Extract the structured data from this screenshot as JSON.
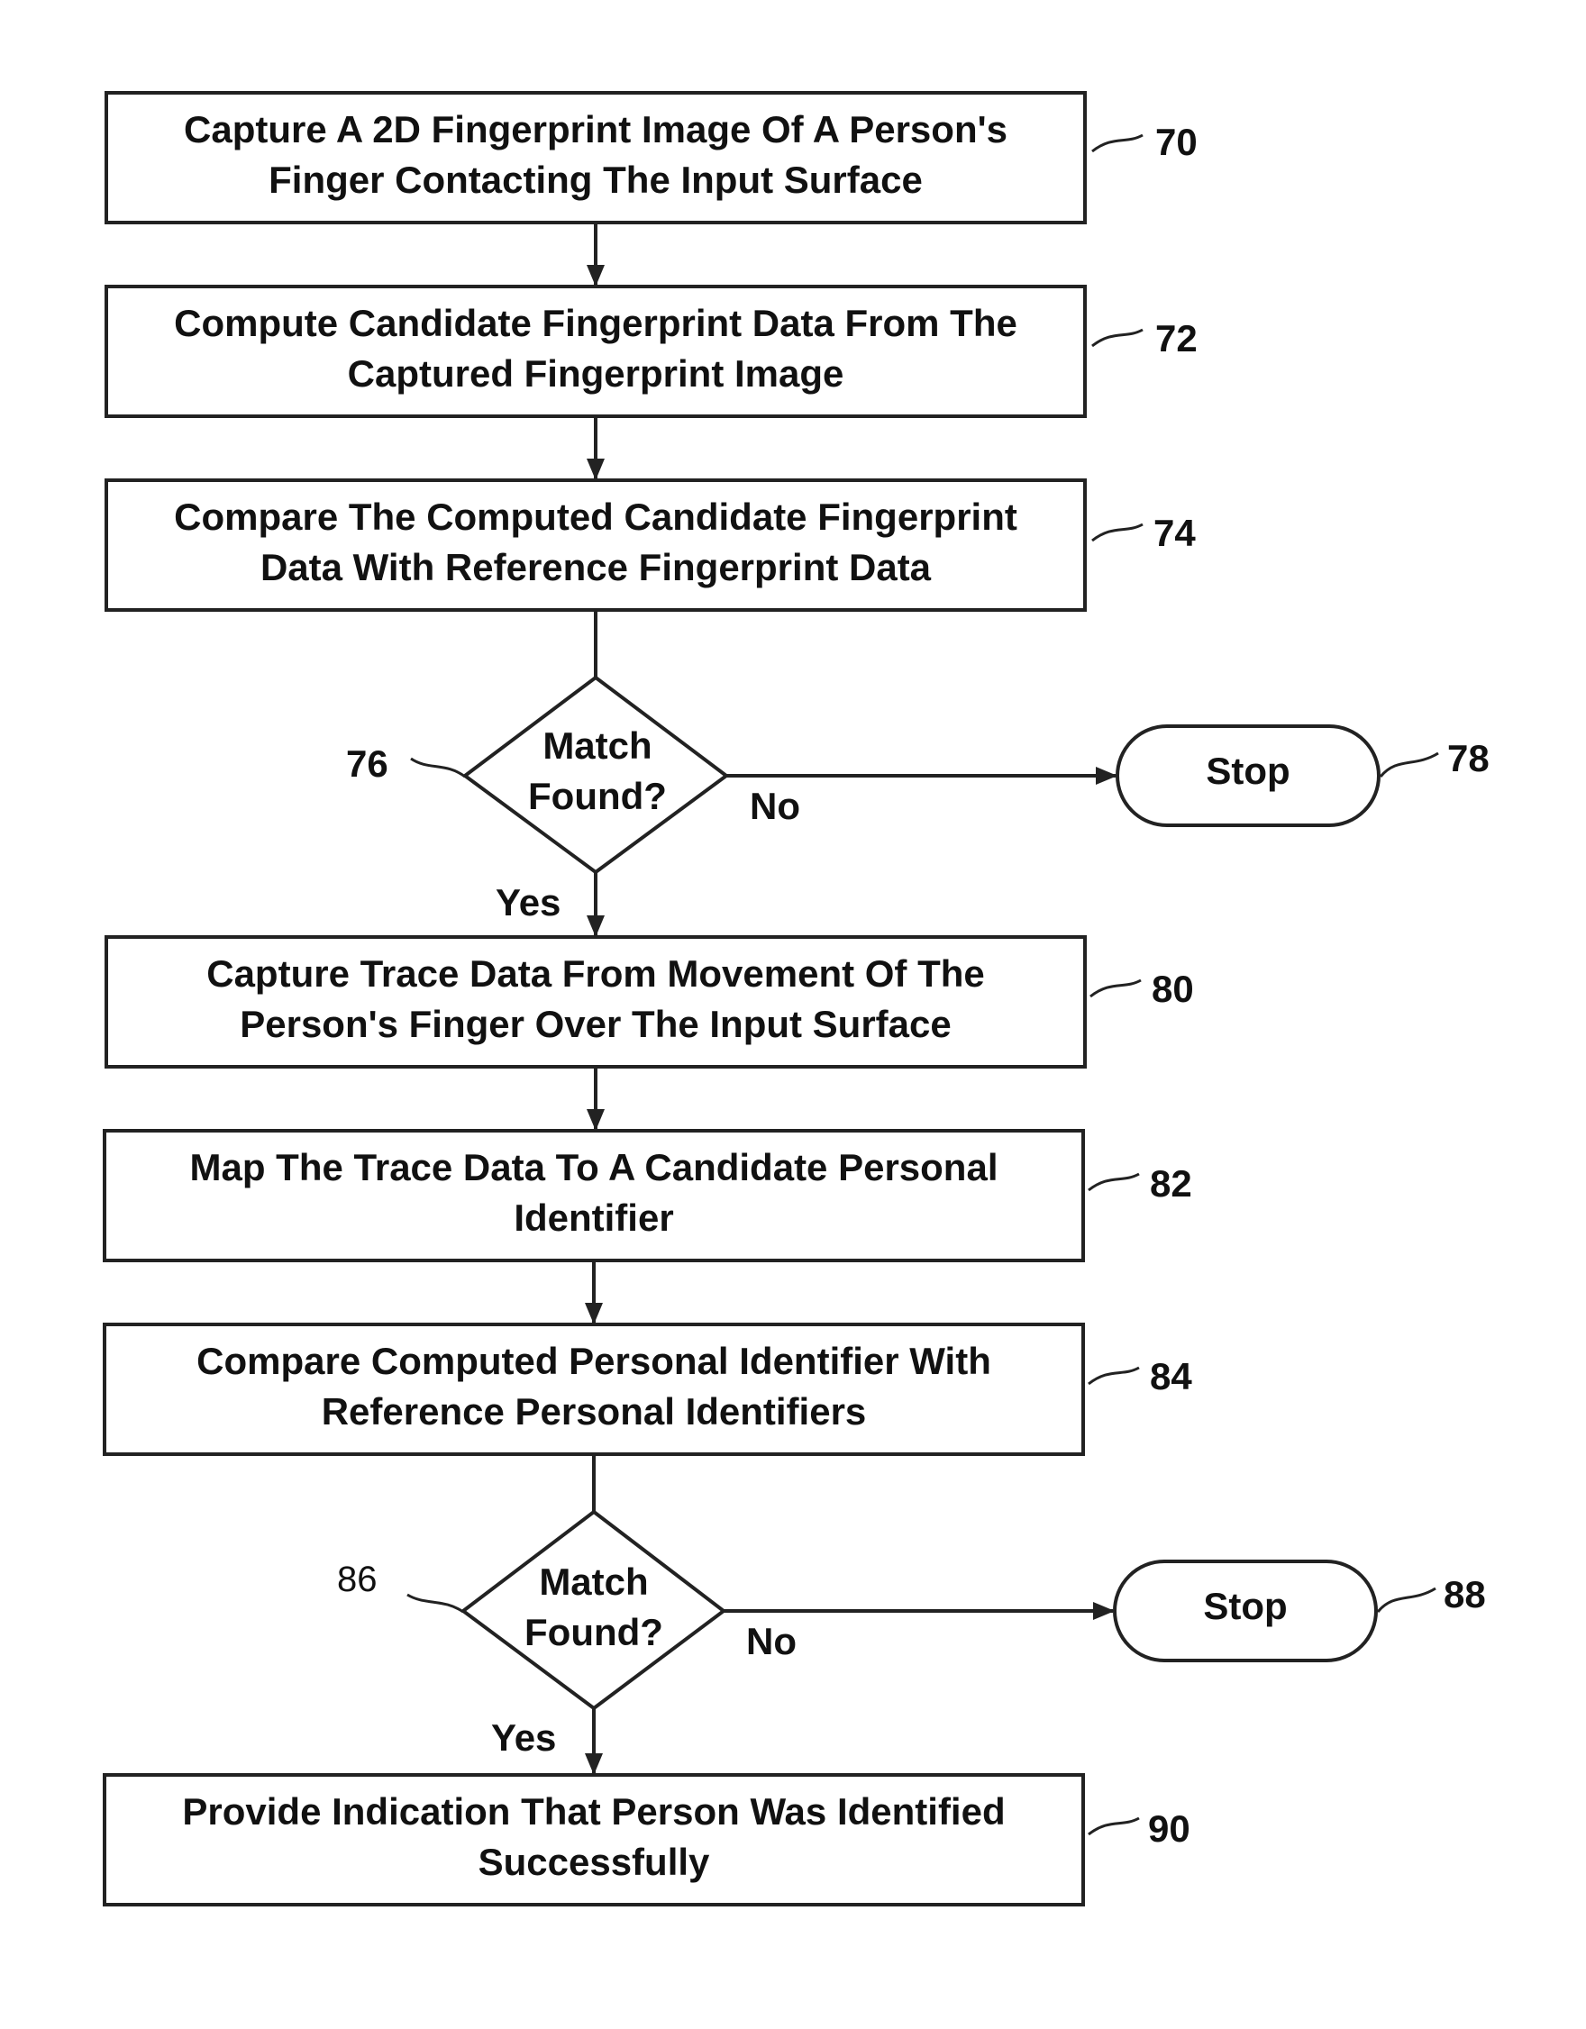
{
  "steps": {
    "s70": {
      "line1": "Capture A 2D Fingerprint Image Of A Person's",
      "line2": "Finger Contacting The Input Surface",
      "ref": "70"
    },
    "s72": {
      "line1": "Compute Candidate Fingerprint Data From The",
      "line2": "Captured Fingerprint Image",
      "ref": "72"
    },
    "s74": {
      "line1": "Compare The Computed Candidate Fingerprint",
      "line2": "Data With Reference Fingerprint Data",
      "ref": "74"
    },
    "s80": {
      "line1": "Capture Trace Data From Movement Of The",
      "line2": "Person's Finger Over The Input Surface",
      "ref": "80"
    },
    "s82": {
      "line1": "Map The Trace Data To A Candidate Personal",
      "line2": "Identifier",
      "ref": "82"
    },
    "s84": {
      "line1": "Compare Computed Personal Identifier With",
      "line2": "Reference Personal Identifiers",
      "ref": "84"
    },
    "s90": {
      "line1": "Provide Indication That Person Was Identified",
      "line2": "Successfully",
      "ref": "90"
    }
  },
  "decisions": {
    "d76": {
      "line1": "Match",
      "line2": "Found?",
      "ref": "76",
      "yes": "Yes",
      "no": "No"
    },
    "d86": {
      "line1": "Match",
      "line2": "Found?",
      "ref": "86",
      "yes": "Yes",
      "no": "No"
    }
  },
  "terminals": {
    "t78": {
      "label": "Stop",
      "ref": "78"
    },
    "t88": {
      "label": "Stop",
      "ref": "88"
    }
  }
}
